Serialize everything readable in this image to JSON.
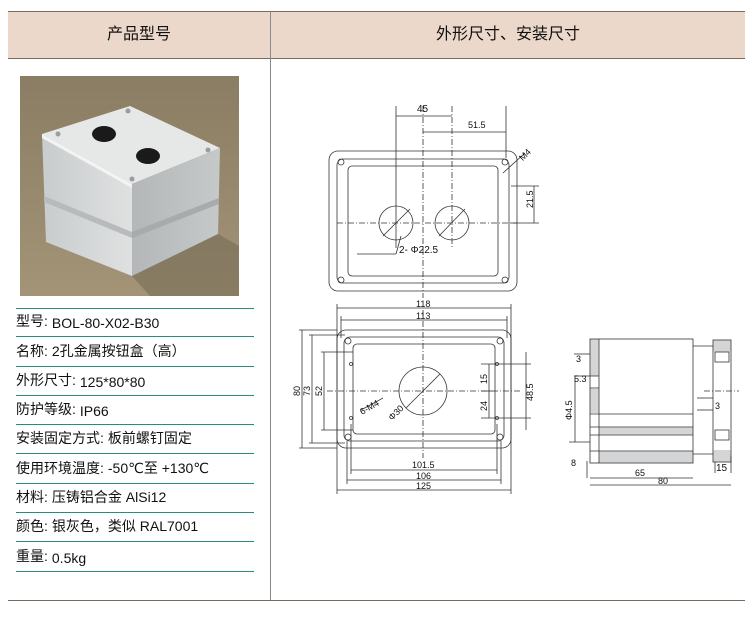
{
  "header": {
    "left_title": "产品型号",
    "right_title": "外形尺寸、安装尺寸"
  },
  "specs": [
    {
      "label": "型号:",
      "value": "BOL-80-X02-B30"
    },
    {
      "label": "名称:",
      "value": "2孔金属按钮盒（高）"
    },
    {
      "label": "外形尺寸:",
      "value": "125*80*80"
    },
    {
      "label": "防护等级:",
      "value": "IP66"
    },
    {
      "label": "安装固定方式:",
      "value": "板前螺钉固定"
    },
    {
      "label": "使用环境温度:",
      "value": "-50℃至 +130℃"
    },
    {
      "label": "材料:",
      "value": "压铸铝合金  AlSi12"
    },
    {
      "label": "颜色:",
      "value": "银灰色，类似  RAL7001"
    },
    {
      "label": "重量:",
      "value": "0.5kg"
    }
  ],
  "dims": {
    "d45": "45",
    "d51_5": "51.5",
    "m4": "M4",
    "d21_5": "21.5",
    "holes": "2- Φ22.5",
    "d118": "118",
    "d113": "113",
    "d80": "80",
    "d73": "73",
    "d52": "52",
    "m4x6": "6-M4",
    "phi30": "Φ30",
    "d15": "15",
    "d24": "24",
    "d48_5": "48.5",
    "d101_5": "101.5",
    "d106": "106",
    "d125": "125",
    "s3a": "3",
    "s5_3": "5.3",
    "phi4_5": "Φ4.5",
    "s3b": "3",
    "s8": "8",
    "s65": "65",
    "s80": "80",
    "s15": "15"
  }
}
